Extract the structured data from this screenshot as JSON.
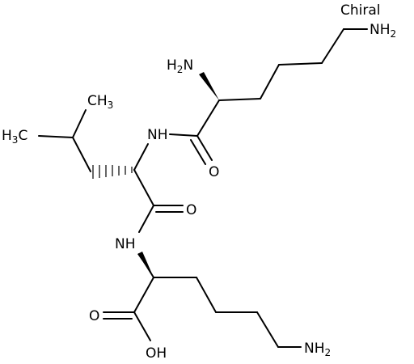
{
  "diagram": {
    "chirality_label": "Chiral",
    "labels": {
      "nh2_top_right": "NH",
      "nh2_top_right_sub": "2",
      "h2n_alpha": "H",
      "h2n_alpha_sub": "2",
      "h2n_alpha_n": "N",
      "ch3_top": "CH",
      "ch3_top_sub": "3",
      "h3c_left": "H",
      "h3c_left_sub": "3",
      "h3c_left_c": "C",
      "nh_upper": "NH",
      "o_upper": "O",
      "o_middle": "O",
      "nh_lower": "NH",
      "o_acid": "O",
      "oh_acid": "OH",
      "nh2_bottom": "NH",
      "nh2_bottom_sub": "2"
    }
  }
}
